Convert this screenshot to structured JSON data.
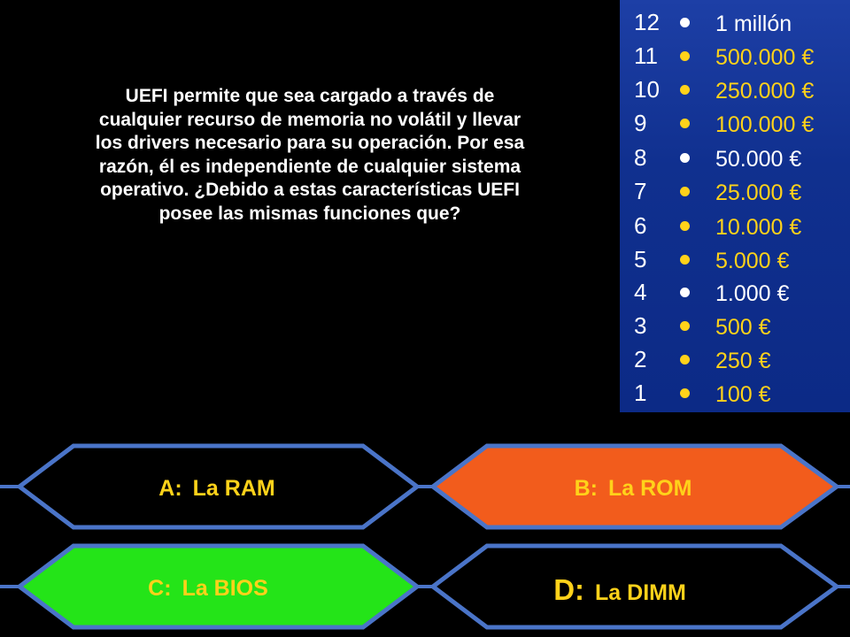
{
  "question": {
    "lines": [
      "UEFI permite que sea cargado a través de",
      "cualquier recurso de memoria no volátil y llevar",
      "los drivers necesario para su operación. Por esa",
      "razón, él es independiente de cualquier sistema",
      "operativo. ¿Debido a estas características UEFI",
      "posee las mismas funciones que?"
    ]
  },
  "ladder": [
    {
      "level": "12",
      "prize": "1 millón",
      "prize_color": "#ffffff",
      "dot_color": "#ffffff"
    },
    {
      "level": "11",
      "prize": "500.000 €",
      "prize_color": "#ffd21a",
      "dot_color": "#ffd21a"
    },
    {
      "level": "10",
      "prize": "250.000 €",
      "prize_color": "#ffd21a",
      "dot_color": "#ffd21a"
    },
    {
      "level": "9",
      "prize": "100.000 €",
      "prize_color": "#ffd21a",
      "dot_color": "#ffd21a"
    },
    {
      "level": "8",
      "prize": "50.000 €",
      "prize_color": "#ffffff",
      "dot_color": "#ffffff"
    },
    {
      "level": "7",
      "prize": "25.000 €",
      "prize_color": "#ffd21a",
      "dot_color": "#ffd21a"
    },
    {
      "level": "6",
      "prize": "10.000 €",
      "prize_color": "#ffd21a",
      "dot_color": "#ffd21a"
    },
    {
      "level": "5",
      "prize": "5.000 €",
      "prize_color": "#ffd21a",
      "dot_color": "#ffd21a"
    },
    {
      "level": "4",
      "prize": "1.000 €",
      "prize_color": "#ffffff",
      "dot_color": "#ffffff"
    },
    {
      "level": "3",
      "prize": "500 €",
      "prize_color": "#ffd21a",
      "dot_color": "#ffd21a"
    },
    {
      "level": "2",
      "prize": "250 €",
      "prize_color": "#ffd21a",
      "dot_color": "#ffd21a"
    },
    {
      "level": "1",
      "prize": "100 €",
      "prize_color": "#ffd21a",
      "dot_color": "#ffd21a"
    }
  ],
  "answers": {
    "a": {
      "letter": "A:",
      "text": "La RAM",
      "fill": "#000000",
      "text_color": "#ffd21a",
      "state": "default"
    },
    "b": {
      "letter": "B:",
      "text": "La ROM",
      "fill": "#f25c1c",
      "text_color": "#ffd21a",
      "state": "selected"
    },
    "c": {
      "letter": "C:",
      "text": "La BIOS",
      "fill": "#24e418",
      "text_color": "#ffd21a",
      "state": "correct"
    },
    "d": {
      "letter": "D:",
      "text": "La DIMM",
      "fill": "#000000",
      "text_color": "#ffd21a",
      "state": "default"
    }
  },
  "colors": {
    "frame_border": "#4a74c8",
    "connector_line": "#4a74c8",
    "ladder_bg": "#12328f",
    "question_text": "#ffffff"
  }
}
